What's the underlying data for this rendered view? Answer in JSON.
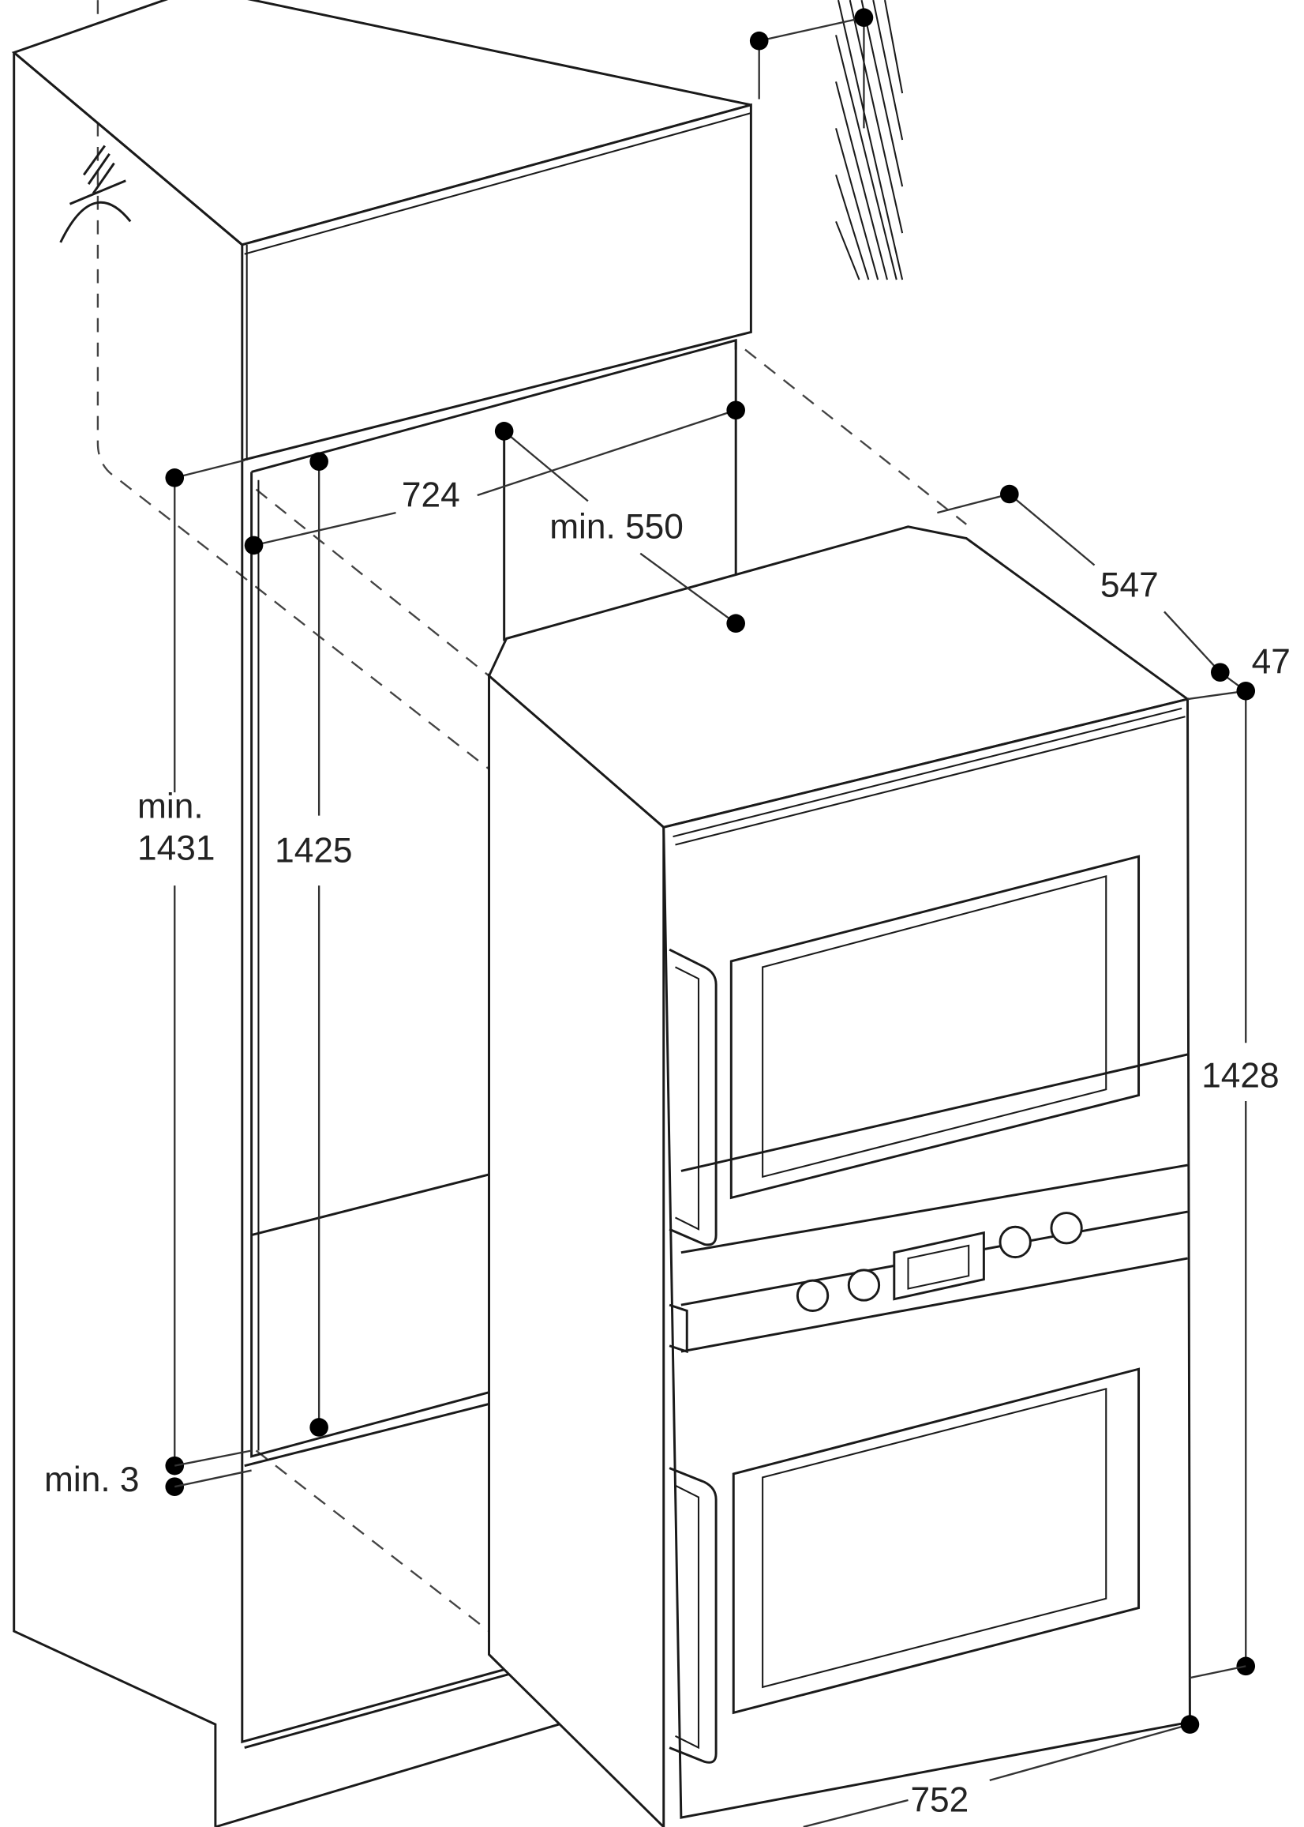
{
  "diagram": {
    "labels": {
      "width_niche": "724",
      "min_depth": "min. 550",
      "oven_depth": "547",
      "front_depth": "47",
      "min_height_word": "min.",
      "min_height_value": "1431",
      "niche_height": "1425",
      "oven_height": "1428",
      "min_gap": "min. 3",
      "oven_width": "752"
    }
  }
}
